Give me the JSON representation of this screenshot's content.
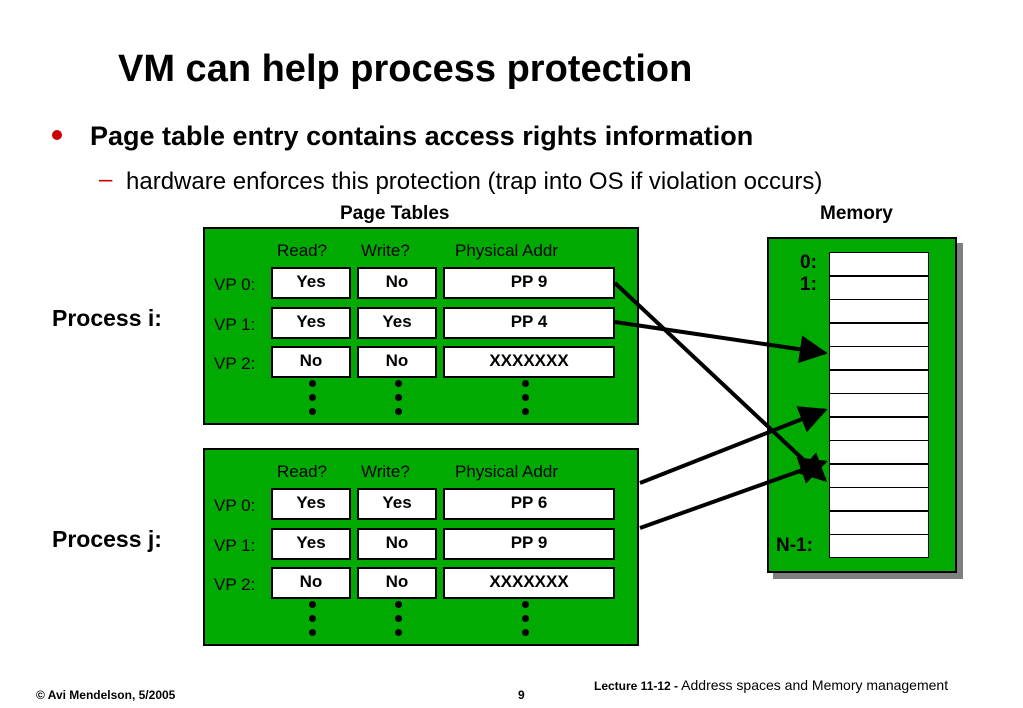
{
  "title": "VM can help process protection",
  "bullets": [
    {
      "text": "Page table entry contains access rights information"
    },
    {
      "text": "hardware enforces this protection (trap into OS if violation occurs)"
    }
  ],
  "diagram": {
    "page_tables_label": "Page Tables",
    "memory_label": "Memory",
    "headers": {
      "read": "Read?",
      "write": "Write?",
      "addr": "Physical Addr"
    },
    "processes": [
      {
        "label": "Process i:",
        "rows": [
          {
            "vp": "VP 0:",
            "read": "Yes",
            "write": "No",
            "addr": "PP 9"
          },
          {
            "vp": "VP 1:",
            "read": "Yes",
            "write": "Yes",
            "addr": "PP 4"
          },
          {
            "vp": "VP 2:",
            "read": "No",
            "write": "No",
            "addr": "XXXXXXX"
          }
        ]
      },
      {
        "label": "Process j:",
        "rows": [
          {
            "vp": "VP 0:",
            "read": "Yes",
            "write": "Yes",
            "addr": "PP 6"
          },
          {
            "vp": "VP 1:",
            "read": "Yes",
            "write": "No",
            "addr": "PP 9"
          },
          {
            "vp": "VP 2:",
            "read": "No",
            "write": "No",
            "addr": "XXXXXXX"
          }
        ]
      }
    ],
    "memory": {
      "slot_count": 13,
      "label_first": "0:",
      "label_second": "1:",
      "label_last": "N-1:"
    }
  },
  "footer": {
    "copyright": "© Avi Mendelson, 5/2005",
    "page": "9",
    "lecture_prefix": "Lecture 11-12 -",
    "lecture_title": "Address spaces and Memory management"
  }
}
